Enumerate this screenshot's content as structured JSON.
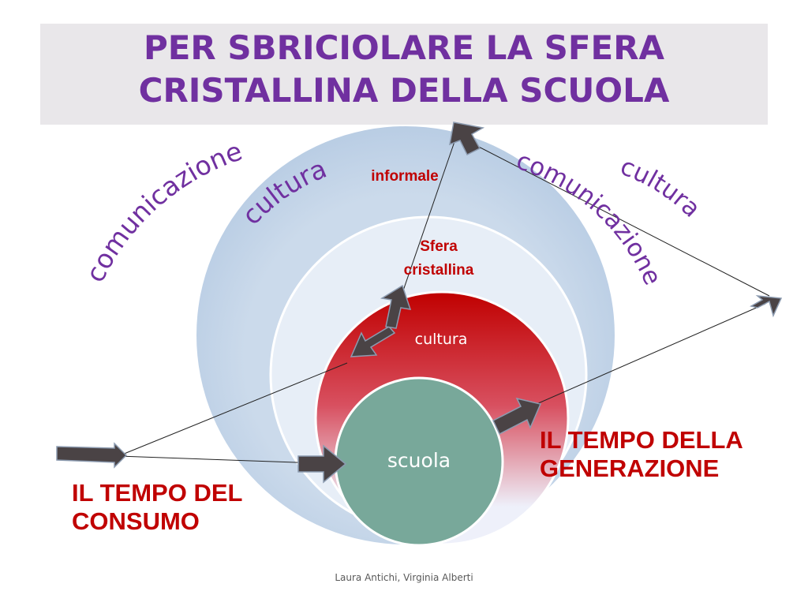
{
  "title": {
    "line1": "PER SBRICIOLARE LA SFERA",
    "line2": "CRISTALLINA DELLA SCUOLA"
  },
  "diagram": {
    "outer_ring_label": "informale",
    "middle_ring_label_line1": "Sfera",
    "middle_ring_label_line2": "cristallina",
    "inner_ring_label": "cultura",
    "core_label": "scuola",
    "arc_labels": {
      "left_outer": "comunicazione",
      "left_inner": "cultura",
      "right_inner": "comunicazione",
      "right_outer": "cultura"
    }
  },
  "time_labels": {
    "consumo_line1": "IL TEMPO DEL",
    "consumo_line2": "CONSUMO",
    "generazione_line1": "IL TEMPO DELLA",
    "generazione_line2": "GENERAZIONE"
  },
  "footer": "Laura Antichi, Virginia Alberti",
  "colors": {
    "title": "#7030a0",
    "title_background": "#e9e7ea",
    "red_text": "#c00000",
    "outer_sphere": "#c7d7ea",
    "middle_sphere": "#e6eef7",
    "inner_sphere": "#c00000",
    "core": "#78a89a",
    "arrow": "#4a4345"
  }
}
